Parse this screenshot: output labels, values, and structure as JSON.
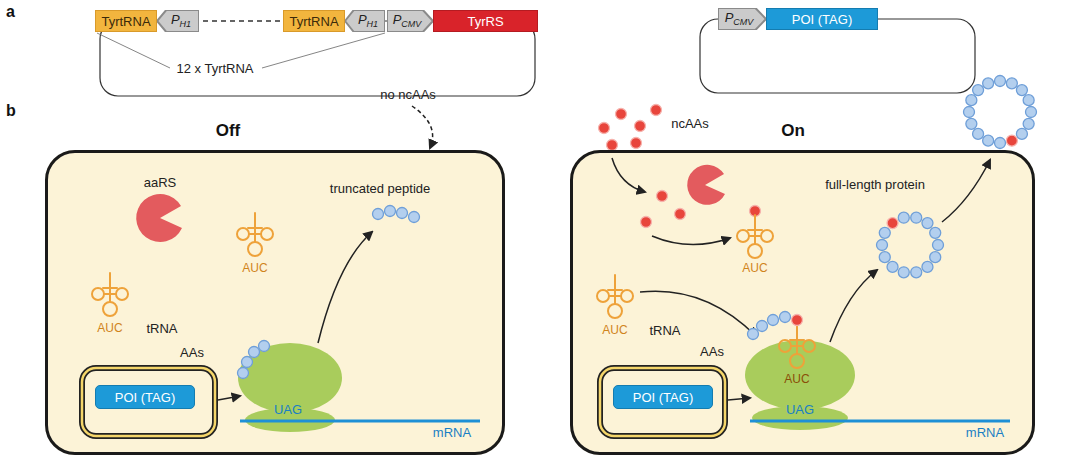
{
  "diagram": {
    "nodes": [
      {
        "text": [
          "TyrtRNA"
        ]
      },
      {
        "text": [
          "P",
          "H1"
        ]
      },
      {
        "text": [
          "TyrtRNA"
        ]
      },
      {
        "text": [
          "P",
          "H1"
        ]
      },
      {
        "text": [
          "P",
          "CMV"
        ]
      },
      {
        "text": [
          "TyrRS"
        ]
      },
      {
        "text": [
          "P",
          "CMV"
        ]
      },
      {
        "text": [
          "POI (TAG)"
        ]
      },
      {
        "text": [
          "Off"
        ]
      },
      {
        "text": [
          "POI (TAG)"
        ],
        "in": 8
      },
      {
        "text": [
          "On"
        ]
      },
      {
        "text": [
          "POI (TAG)"
        ],
        "in": 10
      }
    ],
    "labels": [
      "a",
      "12 x TyrtRNA",
      "b",
      "no ncAAs",
      "aaRS",
      "truncated peptide",
      "AUC",
      "AUC",
      "tRNA",
      "AAs",
      "UAG",
      "mRNA",
      "ncAAs",
      "full-length protein",
      "AUC",
      "AUC",
      "tRNA",
      "AAs",
      "AUC",
      "UAG",
      "mRNA"
    ]
  }
}
